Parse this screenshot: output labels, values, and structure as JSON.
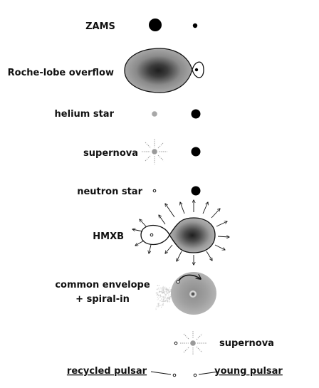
{
  "stages": [
    {
      "id": "zams",
      "label": "ZAMS"
    },
    {
      "id": "rlof",
      "label": "Roche-lobe overflow"
    },
    {
      "id": "helium",
      "label": "helium star"
    },
    {
      "id": "sn1",
      "label": "supernova"
    },
    {
      "id": "ns",
      "label": "neutron star"
    },
    {
      "id": "hmxb",
      "label": "HMXB"
    },
    {
      "id": "ce1",
      "label": "common envelope"
    },
    {
      "id": "ce2",
      "label": "+ spiral-in"
    },
    {
      "id": "sn2",
      "label": "supernova"
    }
  ],
  "final": {
    "recycled": "recycled pulsar",
    "young": "young pulsar"
  },
  "colors": {
    "ink": "#111111",
    "helium_gray": "#a8a8a8",
    "envelope_gray": "#9a9a9a",
    "wind_gray": "#c8c8c8"
  }
}
